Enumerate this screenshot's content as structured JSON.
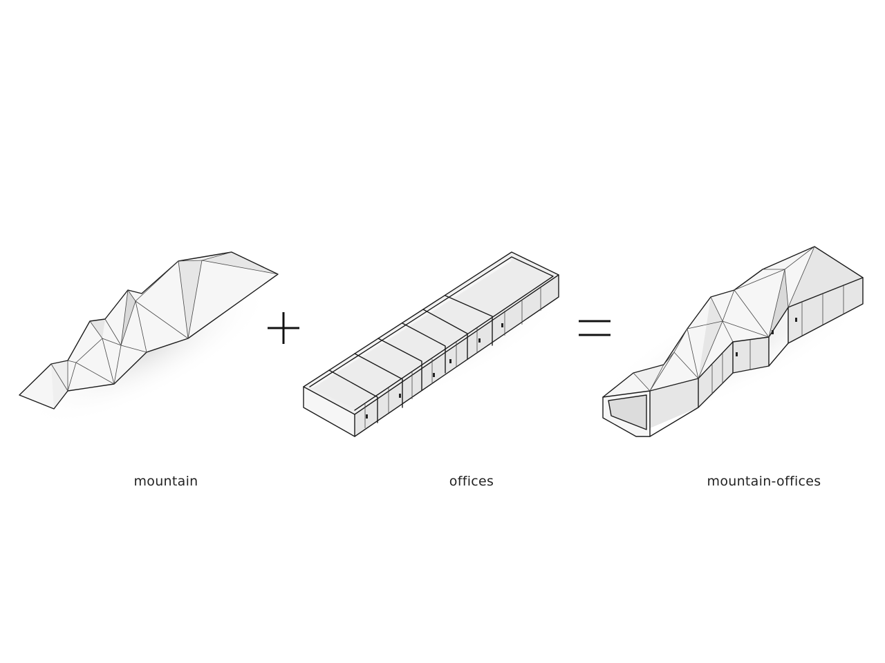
{
  "labels": {
    "mountain": "mountain",
    "offices": "offices",
    "combined": "mountain-offices"
  },
  "operators": {
    "plus": "+",
    "equals": "="
  },
  "colors": {
    "stroke": "#1a1a1a",
    "face_light": "#f6f6f6",
    "face_mid": "#e6e6e6",
    "face_dark": "#d9d9d9",
    "text": "#222222"
  }
}
